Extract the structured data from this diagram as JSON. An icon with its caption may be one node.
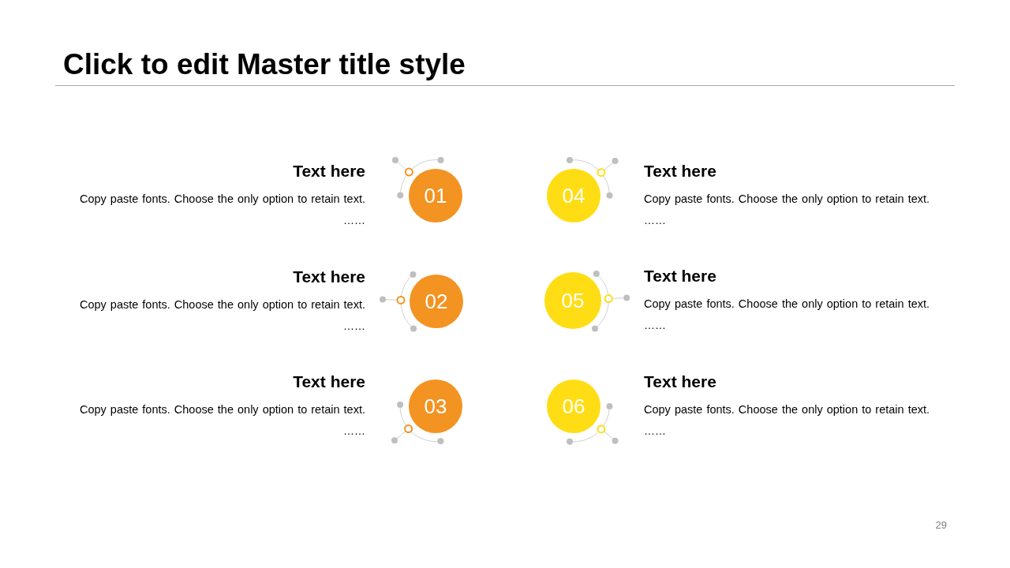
{
  "diagram": {
    "title": "Click to edit Master title style",
    "nodes": [
      {
        "text": [
          "01"
        ],
        "beside": [
          "Text here",
          "Copy paste fonts. Choose the only option to retain text.",
          "……"
        ]
      },
      {
        "text": [
          "02"
        ],
        "beside": [
          "Text here",
          "Copy paste fonts. Choose the only option to retain text.",
          "……"
        ]
      },
      {
        "text": [
          "03"
        ],
        "beside": [
          "Text here",
          "Copy paste fonts. Choose the only option to retain text.",
          "……"
        ]
      },
      {
        "text": [
          "04"
        ],
        "beside": [
          "Text here",
          "Copy paste fonts. Choose the only option to retain text.",
          "……"
        ]
      },
      {
        "text": [
          "05"
        ],
        "beside": [
          "Text here",
          "Copy paste fonts. Choose the only option to retain text.",
          "……"
        ]
      },
      {
        "text": [
          "06"
        ],
        "beside": [
          "Text here",
          "Copy paste fonts. Choose the only option to retain text.",
          "……"
        ]
      }
    ],
    "labels": [
      "29"
    ]
  }
}
